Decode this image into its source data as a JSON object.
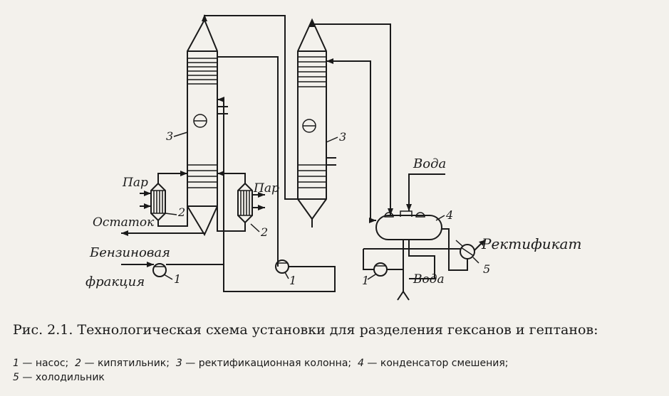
{
  "labels": {
    "steam_left": "Пар",
    "steam_right": "Пар",
    "residue": "Остаток",
    "feed_line1": "Бензиновая",
    "feed_line2": "фракция",
    "water_top": "Вода",
    "water_bottom": "Вода",
    "product": "Ректификат",
    "n1_feed_pump": "1",
    "n1_mid_pump": "1",
    "n1_right_pump": "1",
    "n2_left": "2",
    "n2_right": "2",
    "n3_left": "3",
    "n3_right": "3",
    "n4": "4",
    "n5": "5"
  },
  "caption": {
    "title": "Рис. 2.1. Технологическая схема установки для разделения гексанов и гептанов:"
  },
  "legend": {
    "item1_num": "1",
    "item1_text": "— насос;",
    "item2_num": "2",
    "item2_text": "— кипятильник;",
    "item3_num": "3",
    "item3_text": "— ректификационная колонна;",
    "item4_num": "4",
    "item4_text": "— конденсатор смешения;",
    "item5_num": "5",
    "item5_text": "— холодильник"
  }
}
